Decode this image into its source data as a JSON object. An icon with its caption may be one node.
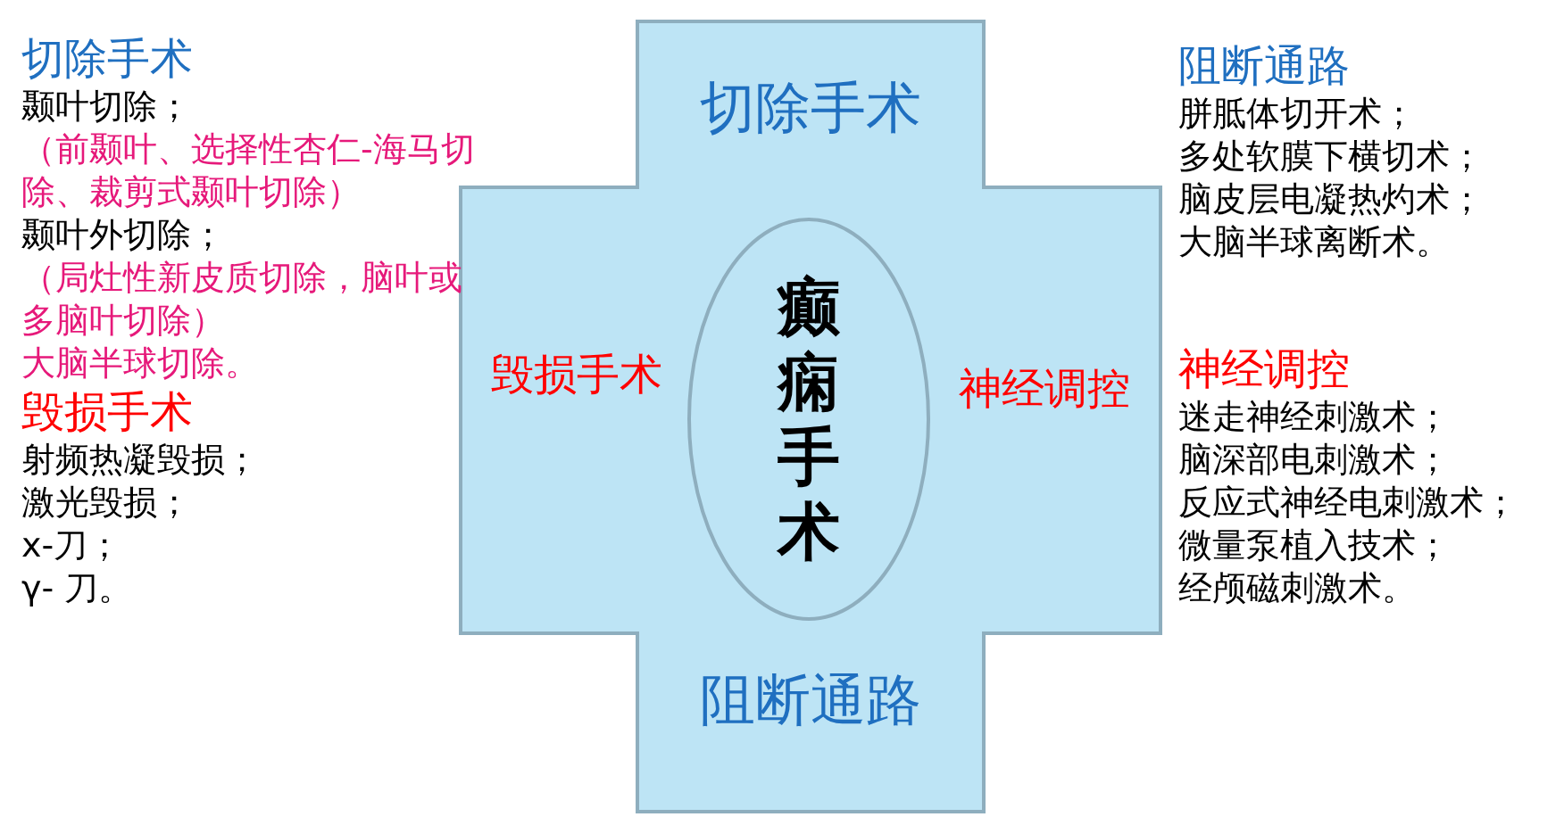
{
  "diagram": {
    "nodes": [
      {
        "text": [
          "切除手术",
          "毁损手术",
          "神经调控",
          "阻断通路"
        ]
      },
      {
        "text": [
          "癫痫手术"
        ],
        "in": 0
      }
    ],
    "edges": [],
    "labels": [
      "切除手术",
      "颞叶切除；",
      "（前颞叶、选择性杏仁-海马切除、裁剪式颞叶切除）",
      "颞叶外切除；",
      "（局灶性新皮质切除，脑叶或多脑叶切除）",
      "大脑半球切除。",
      "毁损手术",
      "射频热凝毁损；",
      "激光毁损；",
      "x-刀；",
      "γ- 刀。",
      "阻断通路",
      "胼胝体切开术；",
      "多处软膜下横切术；",
      "脑皮层电凝热灼术；",
      "大脑半球离断术。",
      "神经调控",
      "迷走神经刺激术；",
      "脑深部电刺激术；",
      "反应式神经电刺激术；",
      "微量泵植入技术；",
      "经颅磁刺激术。"
    ]
  }
}
